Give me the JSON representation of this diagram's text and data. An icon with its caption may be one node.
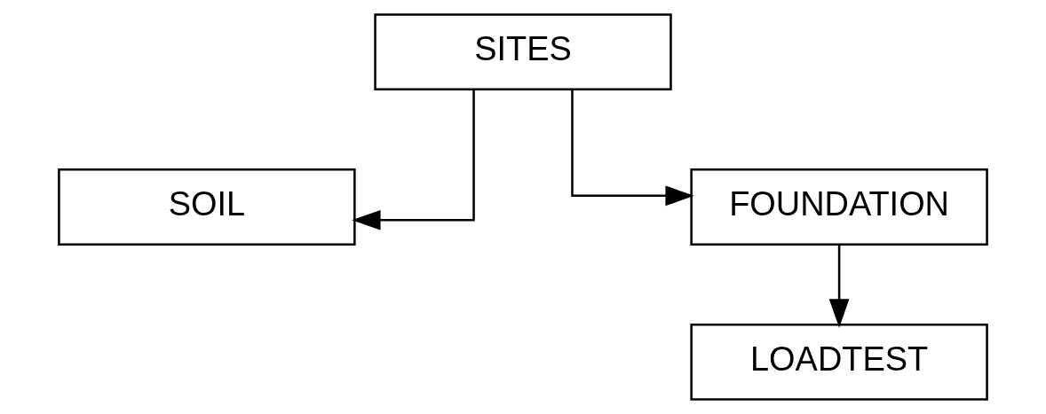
{
  "diagram": {
    "nodes": [
      {
        "text": [
          "SITES"
        ]
      },
      {
        "text": [
          "SOIL"
        ]
      },
      {
        "text": [
          "FOUNDATION"
        ]
      },
      {
        "text": [
          "LOADTEST"
        ]
      }
    ],
    "edges": [
      {
        "from": 0,
        "to": 1,
        "arrow": "to"
      },
      {
        "from": 0,
        "to": 2,
        "arrow": "to"
      },
      {
        "from": 2,
        "to": 3,
        "arrow": "to"
      }
    ]
  }
}
